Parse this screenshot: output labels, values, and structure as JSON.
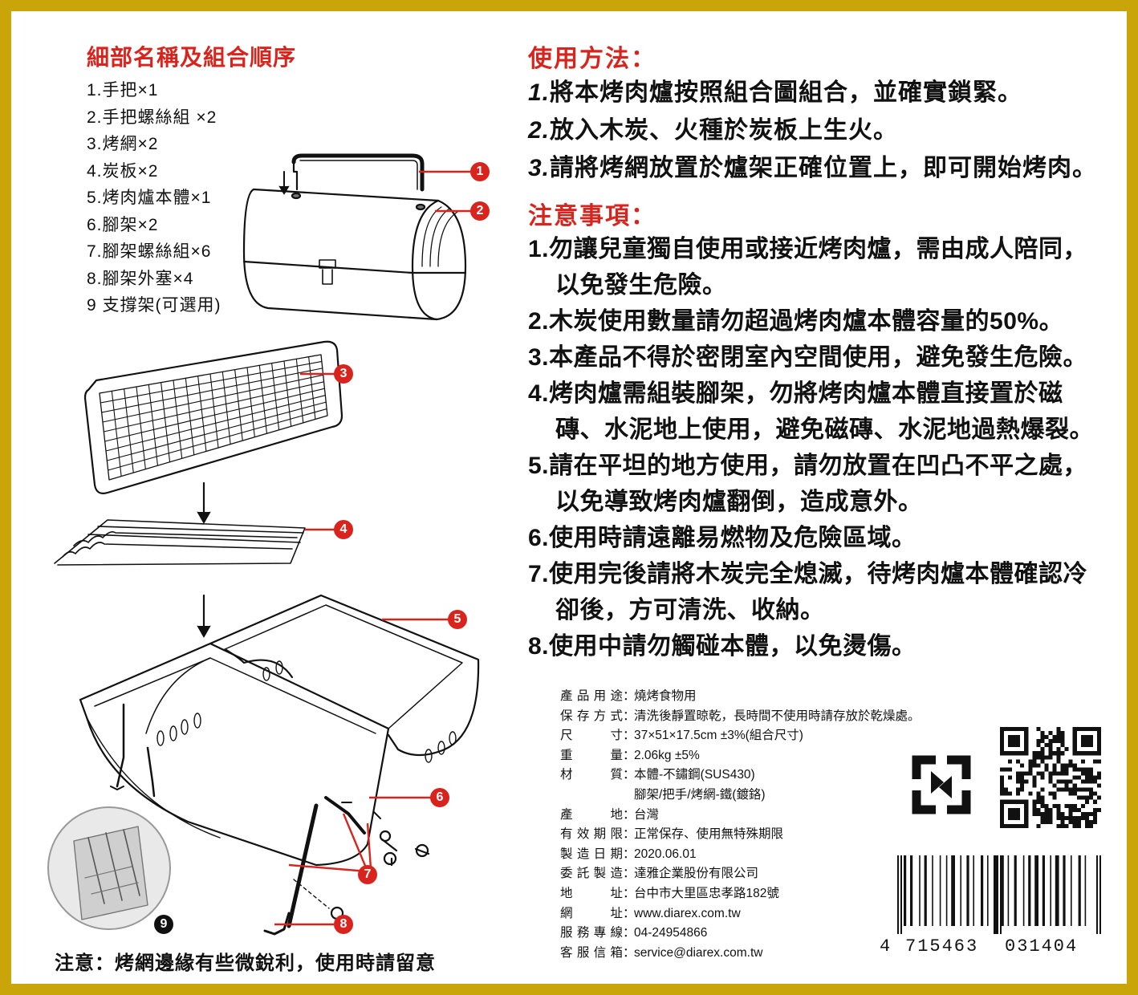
{
  "parts": {
    "title": "細部名稱及組合順序",
    "items": [
      "1.手把×1",
      "2.手把螺絲組 ×2",
      "3.烤網×2",
      "4.炭板×2",
      "5.烤肉爐本體×1",
      "6.腳架×2",
      "7.腳架螺絲組×6",
      "8.腳架外塞×4",
      "9 支撐架(可選用)"
    ],
    "note": "注意：烤網邊緣有些微銳利，使用時請留意"
  },
  "callouts": [
    "1",
    "2",
    "3",
    "4",
    "5",
    "6",
    "7",
    "8",
    "9"
  ],
  "usage": {
    "title": "使用方法：",
    "steps": [
      {
        "num": "1.",
        "text": "將本烤肉爐按照組合圖組合，並確實鎖緊。"
      },
      {
        "num": "2.",
        "text": "放入木炭、火種於炭板上生火。"
      },
      {
        "num": "3.",
        "text": "請將烤網放置於爐架正確位置上，即可開始烤肉。"
      }
    ]
  },
  "caution": {
    "title": "注意事項：",
    "items": [
      {
        "line1": "1.勿讓兒童獨自使用或接近烤肉爐，需由成人陪同，",
        "line2": "以免發生危險。"
      },
      {
        "line1": "2.木炭使用數量請勿超過烤肉爐本體容量的50%。",
        "line2": ""
      },
      {
        "line1": "3.本產品不得於密閉室內空間使用，避免發生危險。",
        "line2": ""
      },
      {
        "line1": "4.烤肉爐需組裝腳架，勿將烤肉爐本體直接置於磁",
        "line2": "磚、水泥地上使用，避免磁磚、水泥地過熱爆裂。"
      },
      {
        "line1": "5.請在平坦的地方使用，請勿放置在凹凸不平之處，",
        "line2": "以免導致烤肉爐翻倒，造成意外。"
      },
      {
        "line1": "6.使用時請遠離易燃物及危險區域。",
        "line2": ""
      },
      {
        "line1": "7.使用完後請將木炭完全熄滅，待烤肉爐本體確認冷",
        "line2": "卻後，方可清洗、收納。"
      },
      {
        "line1": "8.使用中請勿觸碰本體，以免燙傷。",
        "line2": ""
      }
    ]
  },
  "specs": {
    "use_label": "產品用途",
    "use": "燒烤食物用",
    "storage_label": "保存方式",
    "storage": "清洗後靜置晾乾，長時間不使用時請存放於乾燥處。",
    "size_label": "尺寸",
    "size": "37×51×17.5cm ±3%(組合尺寸)",
    "weight_label": "重量",
    "weight": "2.06kg ±5%",
    "material_label": "材質",
    "material_1": "本體-不鏽鋼(SUS430)",
    "material_2": "腳架/把手/烤網-鐵(鍍鉻)",
    "origin_label": "產地",
    "origin": "台灣",
    "expiry_label": "有效期限",
    "expiry": "正常保存、使用無特殊期限",
    "mfg_label": "製造日期",
    "mfg": "2020.06.01",
    "maker_label": "委託製造",
    "maker": "達雅企業股份有限公司",
    "address_label": "地址",
    "address": "台中市大里區忠孝路182號",
    "web_label": "網址",
    "web": "www.diarex.com.tw",
    "phone_label": "服務專線",
    "phone": "04-24954866",
    "email_label": "客服信箱",
    "email": "service@diarex.com.tw"
  },
  "barcode": {
    "digits": [
      "4",
      "715463",
      "031404"
    ]
  },
  "colors": {
    "border": "#c9a50a",
    "accent": "#d9241d",
    "text": "#111111"
  },
  "icons": [
    "recycle-icon",
    "qr-code",
    "barcode"
  ]
}
